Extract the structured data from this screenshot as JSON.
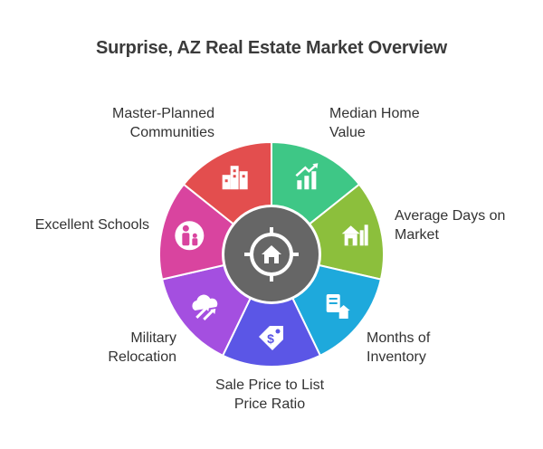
{
  "title": "Surprise, AZ Real Estate Market Overview",
  "segments": [
    {
      "lines": [
        "Median Home",
        "Value"
      ],
      "color": "#3ec786",
      "icon": "growth-chart-icon"
    },
    {
      "lines": [
        "Average Days on",
        "Market"
      ],
      "color": "#8cbf3c",
      "icon": "house-chart-icon"
    },
    {
      "lines": [
        "Months of",
        "Inventory"
      ],
      "color": "#1ea9dc",
      "icon": "document-house-icon"
    },
    {
      "lines": [
        "Sale Price to List",
        "Price Ratio"
      ],
      "color": "#5b56e6",
      "icon": "price-tag-icon"
    },
    {
      "lines": [
        "Military",
        "Relocation"
      ],
      "color": "#a44fe0",
      "icon": "cloud-arrow-icon"
    },
    {
      "lines": [
        "Excellent Schools"
      ],
      "color": "#d9449f",
      "icon": "parent-child-icon"
    },
    {
      "lines": [
        "Master-Planned",
        "Communities"
      ],
      "color": "#e34e4e",
      "icon": "buildings-icon"
    }
  ],
  "hub": {
    "color": "#666666",
    "icon": "house-target-icon"
  }
}
